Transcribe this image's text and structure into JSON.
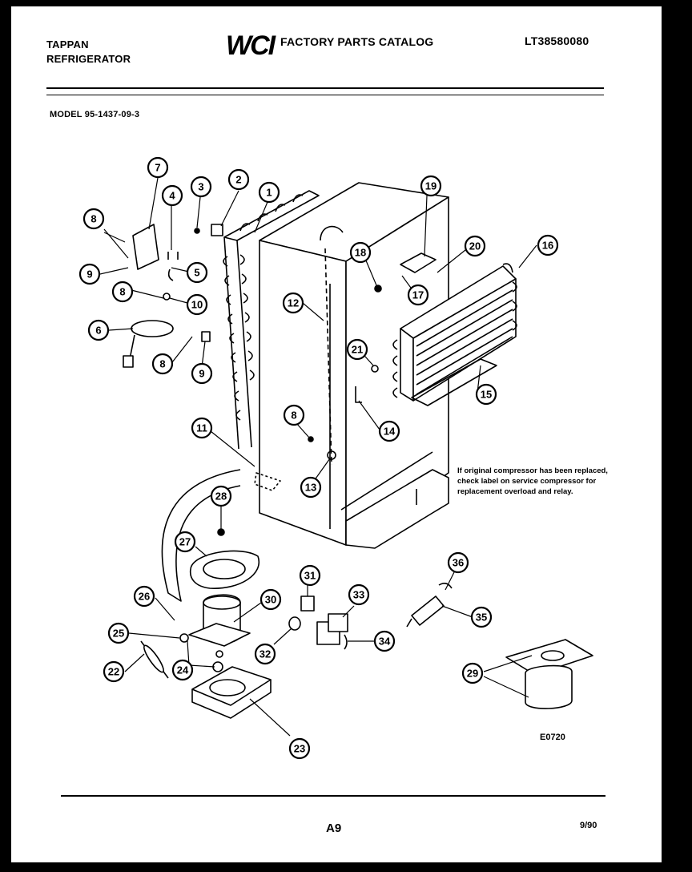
{
  "header": {
    "brand_line1": "TAPPAN",
    "brand_line2": "REFRIGERATOR",
    "logo_text": "WCI",
    "catalog_title": "FACTORY PARTS CATALOG",
    "catalog_number": "LT38580080"
  },
  "model_label": "MODEL 95-1437-09-3",
  "note": "If original compressor has been replaced, check label on service compressor for replacement overload and relay.",
  "figure_code": "E0720",
  "footer": {
    "page": "A9",
    "date": "9/90"
  },
  "callouts": [
    {
      "id": "c1",
      "label": "1"
    },
    {
      "id": "c2",
      "label": "2"
    },
    {
      "id": "c3",
      "label": "3"
    },
    {
      "id": "c4",
      "label": "4"
    },
    {
      "id": "c5",
      "label": "5"
    },
    {
      "id": "c6",
      "label": "6"
    },
    {
      "id": "c7",
      "label": "7"
    },
    {
      "id": "c8a",
      "label": "8"
    },
    {
      "id": "c8b",
      "label": "8"
    },
    {
      "id": "c8c",
      "label": "8"
    },
    {
      "id": "c8d",
      "label": "8"
    },
    {
      "id": "c9a",
      "label": "9"
    },
    {
      "id": "c9b",
      "label": "9"
    },
    {
      "id": "c10",
      "label": "10"
    },
    {
      "id": "c11",
      "label": "11"
    },
    {
      "id": "c12",
      "label": "12"
    },
    {
      "id": "c13",
      "label": "13"
    },
    {
      "id": "c14",
      "label": "14"
    },
    {
      "id": "c15",
      "label": "15"
    },
    {
      "id": "c16",
      "label": "16"
    },
    {
      "id": "c17",
      "label": "17"
    },
    {
      "id": "c18",
      "label": "18"
    },
    {
      "id": "c19",
      "label": "19"
    },
    {
      "id": "c20",
      "label": "20"
    },
    {
      "id": "c21",
      "label": "21"
    },
    {
      "id": "c22",
      "label": "22"
    },
    {
      "id": "c23",
      "label": "23"
    },
    {
      "id": "c24",
      "label": "24"
    },
    {
      "id": "c25",
      "label": "25"
    },
    {
      "id": "c26",
      "label": "26"
    },
    {
      "id": "c27",
      "label": "27"
    },
    {
      "id": "c28",
      "label": "28"
    },
    {
      "id": "c29",
      "label": "29"
    },
    {
      "id": "c30",
      "label": "30"
    },
    {
      "id": "c31",
      "label": "31"
    },
    {
      "id": "c32",
      "label": "32"
    },
    {
      "id": "c33",
      "label": "33"
    },
    {
      "id": "c34",
      "label": "34"
    },
    {
      "id": "c35",
      "label": "35"
    },
    {
      "id": "c36",
      "label": "36"
    }
  ]
}
